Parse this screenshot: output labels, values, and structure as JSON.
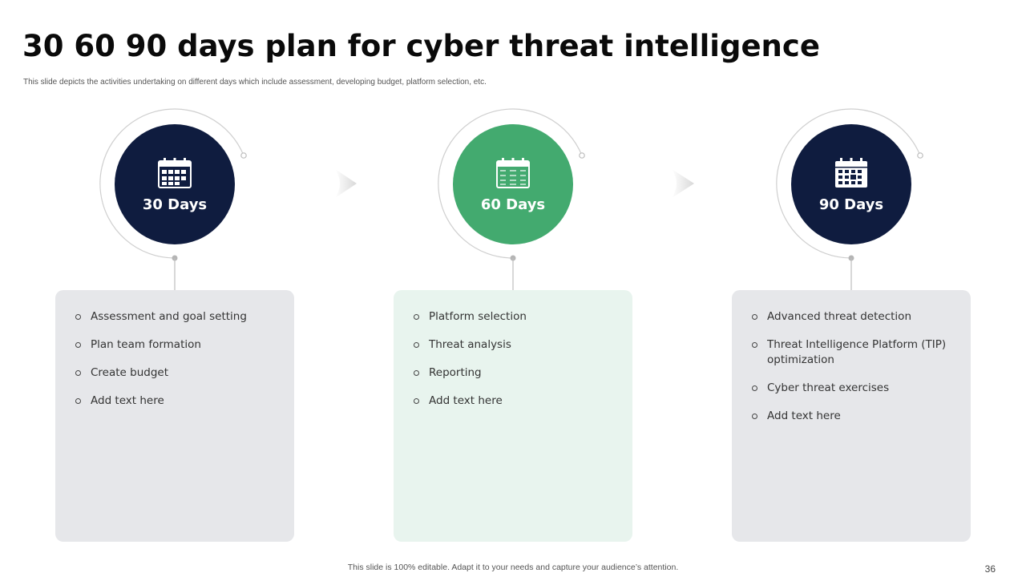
{
  "slide": {
    "title": "30 60 90 days plan for cyber threat intelligence",
    "subtitle": "This slide depicts the activities undertaking on different days which include assessment, developing budget, platform selection, etc.",
    "footer": "This slide is 100% editable. Adapt it to your needs and capture your audience’s attention.",
    "page_number": "36"
  },
  "colors": {
    "navy": "#0f1c3f",
    "green": "#43aa6f",
    "gray_panel": "#e6e7ea",
    "green_panel": "#e8f4ee",
    "ring": "#cfcfcf"
  },
  "stages": [
    {
      "label": "30 Days",
      "icon": "calendar-icon",
      "items": [
        "Assessment and goal setting",
        "Plan team formation",
        "Create budget",
        "Add text here"
      ]
    },
    {
      "label": "60 Days",
      "icon": "calendar-icon",
      "items": [
        "Platform selection",
        "Threat analysis",
        "Reporting",
        "Add text here"
      ]
    },
    {
      "label": "90 Days",
      "icon": "calendar-icon",
      "items": [
        "Advanced threat detection",
        "Threat Intelligence Platform (TIP) optimization",
        "Cyber threat exercises",
        "Add text here"
      ]
    }
  ]
}
